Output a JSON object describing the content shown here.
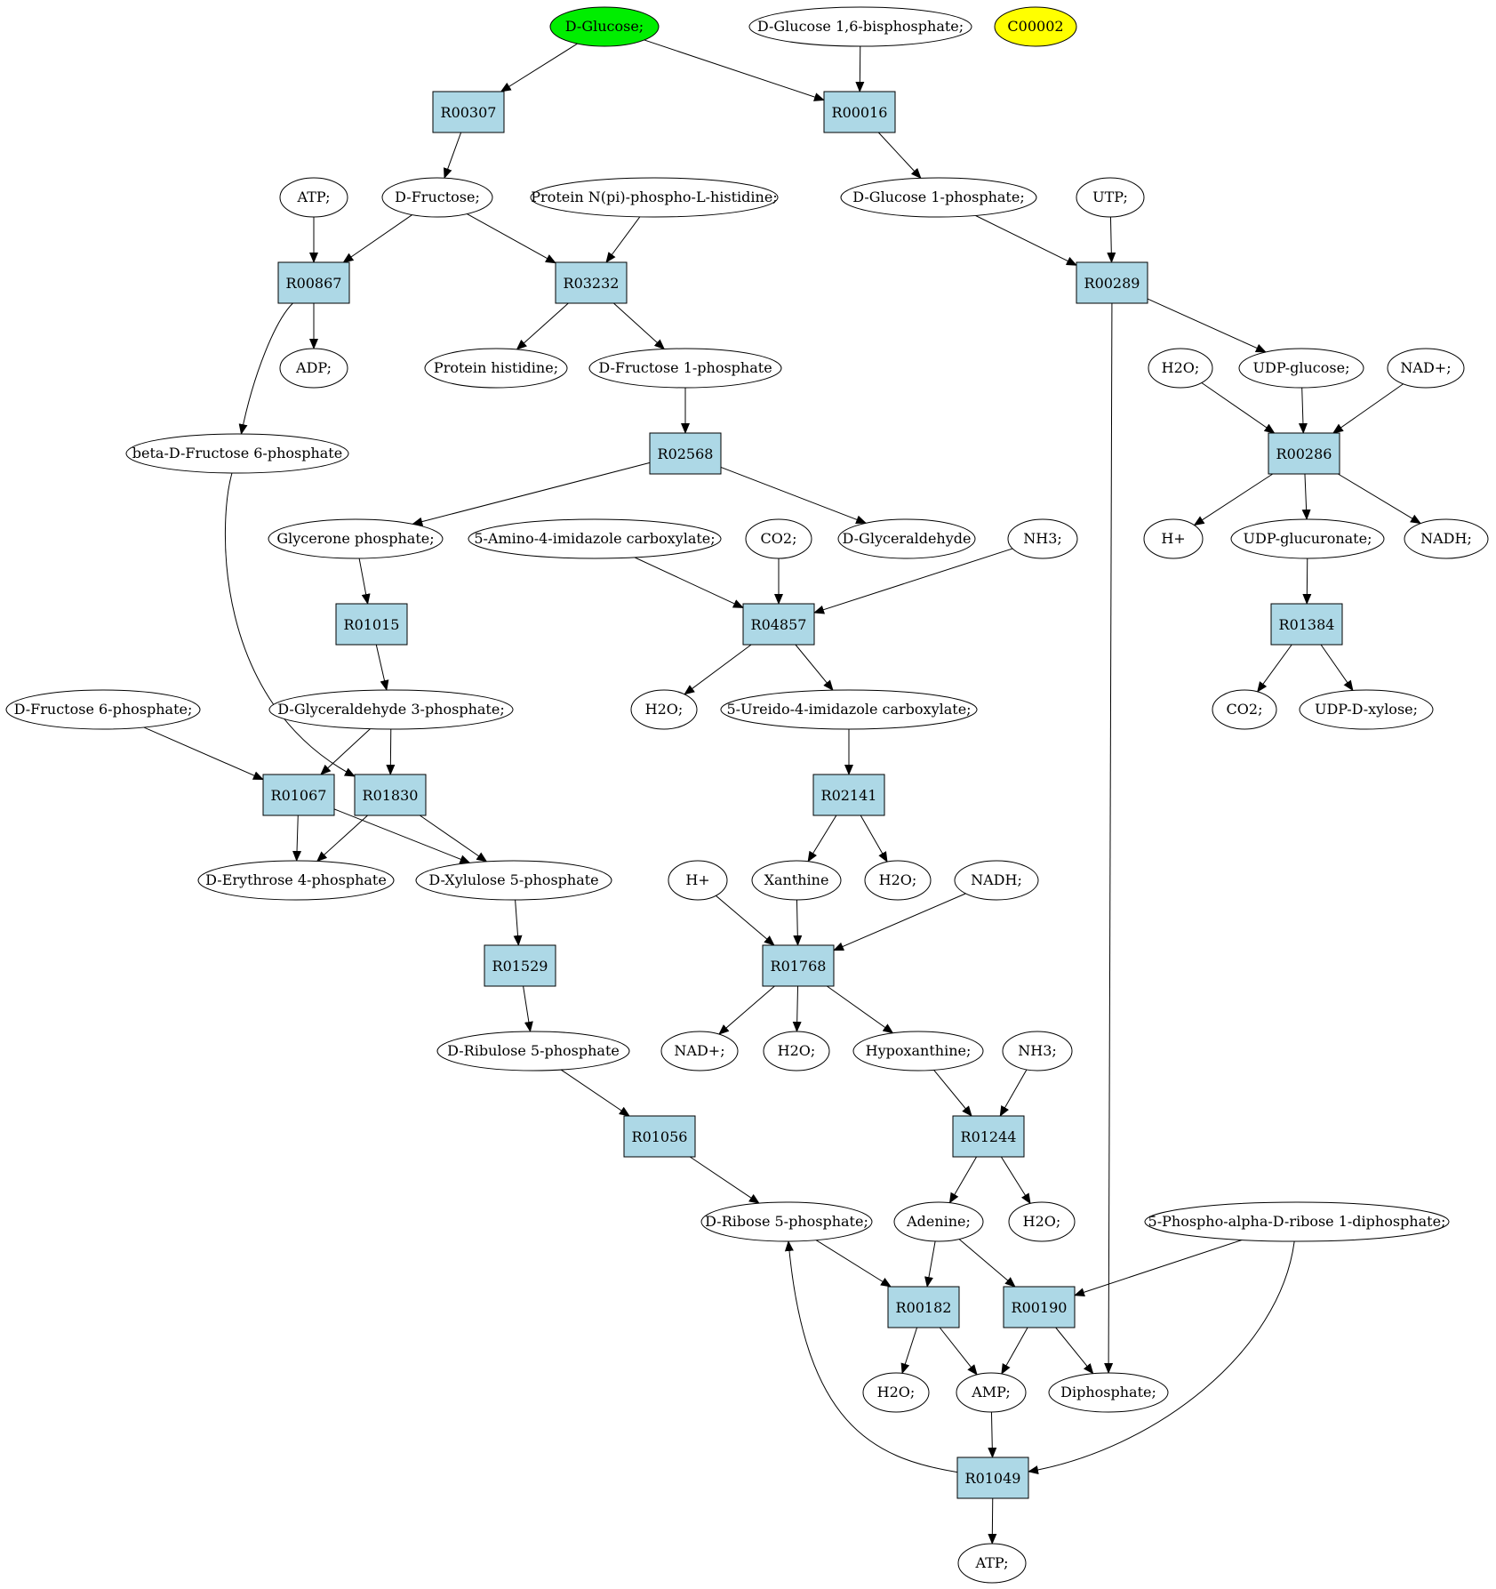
{
  "colors": {
    "reaction_fill": "#add8e6",
    "compound_fill": "#ffffff",
    "start_fill": "#00ee00",
    "target_fill": "#ffff00",
    "stroke": "#000000"
  },
  "compounds": {
    "glucose": {
      "label": "D-Glucose;",
      "role": "start"
    },
    "glc16bp": {
      "label": "D-Glucose 1,6-bisphosphate;"
    },
    "c00002": {
      "label": "C00002",
      "role": "target"
    },
    "atp1": {
      "label": "ATP;"
    },
    "fructose": {
      "label": "D-Fructose;"
    },
    "protnpi": {
      "label": "Protein N(pi)-phospho-L-histidine;"
    },
    "glc1p": {
      "label": "D-Glucose 1-phosphate;"
    },
    "utp": {
      "label": "UTP;"
    },
    "adp": {
      "label": "ADP;"
    },
    "prothis": {
      "label": "Protein histidine;"
    },
    "fru1p": {
      "label": "D-Fructose 1-phosphate"
    },
    "h2o_a": {
      "label": "H2O;"
    },
    "udpglc": {
      "label": "UDP-glucose;"
    },
    "nadplus_a": {
      "label": "NAD+;"
    },
    "betaf6p": {
      "label": "beta-D-Fructose 6-phosphate"
    },
    "glyceronep": {
      "label": "Glycerone phosphate;"
    },
    "aic": {
      "label": "5-Amino-4-imidazole carboxylate;"
    },
    "co2_a": {
      "label": "CO2;"
    },
    "glyceraldehyde": {
      "label": "D-Glyceraldehyde"
    },
    "nh3_a": {
      "label": "NH3;"
    },
    "hplus_a": {
      "label": "H+"
    },
    "udpglcur": {
      "label": "UDP-glucuronate;"
    },
    "nadh_a": {
      "label": "NADH;"
    },
    "f6p": {
      "label": "D-Fructose 6-phosphate;"
    },
    "g3p": {
      "label": "D-Glyceraldehyde 3-phosphate;"
    },
    "h2o_b": {
      "label": "H2O;"
    },
    "uic": {
      "label": "5-Ureido-4-imidazole carboxylate;"
    },
    "co2_b": {
      "label": "CO2;"
    },
    "udpxyl": {
      "label": "UDP-D-xylose;"
    },
    "e4p": {
      "label": "D-Erythrose 4-phosphate"
    },
    "xu5p": {
      "label": "D-Xylulose 5-phosphate"
    },
    "hplus_b": {
      "label": "H+"
    },
    "xanthine": {
      "label": "Xanthine"
    },
    "h2o_c": {
      "label": "H2O;"
    },
    "nadh_b": {
      "label": "NADH;"
    },
    "ru5p": {
      "label": "D-Ribulose 5-phosphate"
    },
    "nadplus_b": {
      "label": "NAD+;"
    },
    "h2o_d": {
      "label": "H2O;"
    },
    "hypoxanthine": {
      "label": "Hypoxanthine;"
    },
    "nh3_b": {
      "label": "NH3;"
    },
    "r5p": {
      "label": "D-Ribose 5-phosphate;"
    },
    "adenine": {
      "label": "Adenine;"
    },
    "h2o_e": {
      "label": "H2O;"
    },
    "prpp": {
      "label": "5-Phospho-alpha-D-ribose 1-diphosphate;"
    },
    "h2o_f": {
      "label": "H2O;"
    },
    "amp": {
      "label": "AMP;"
    },
    "diphosphate": {
      "label": "Diphosphate;"
    },
    "atp2": {
      "label": "ATP;"
    }
  },
  "reactions": {
    "r00307": {
      "label": "R00307"
    },
    "r00016": {
      "label": "R00016"
    },
    "r00867": {
      "label": "R00867"
    },
    "r03232": {
      "label": "R03232"
    },
    "r00289": {
      "label": "R00289"
    },
    "r02568": {
      "label": "R02568"
    },
    "r00286": {
      "label": "R00286"
    },
    "r01015": {
      "label": "R01015"
    },
    "r04857": {
      "label": "R04857"
    },
    "r01384": {
      "label": "R01384"
    },
    "r01067": {
      "label": "R01067"
    },
    "r01830": {
      "label": "R01830"
    },
    "r02141": {
      "label": "R02141"
    },
    "r01529": {
      "label": "R01529"
    },
    "r01768": {
      "label": "R01768"
    },
    "r01056": {
      "label": "R01056"
    },
    "r01244": {
      "label": "R01244"
    },
    "r00182": {
      "label": "R00182"
    },
    "r00190": {
      "label": "R00190"
    },
    "r01049": {
      "label": "R01049"
    }
  },
  "edges": [
    [
      "glucose",
      "r00307"
    ],
    [
      "glucose",
      "r00016"
    ],
    [
      "glc16bp",
      "r00016"
    ],
    [
      "r00307",
      "fructose"
    ],
    [
      "r00016",
      "glc1p"
    ],
    [
      "atp1",
      "r00867"
    ],
    [
      "fructose",
      "r00867"
    ],
    [
      "fructose",
      "r03232"
    ],
    [
      "protnpi",
      "r03232"
    ],
    [
      "glc1p",
      "r00289"
    ],
    [
      "utp",
      "r00289"
    ],
    [
      "r00867",
      "adp"
    ],
    [
      "r00867",
      "betaf6p"
    ],
    [
      "r03232",
      "prothis"
    ],
    [
      "r03232",
      "fru1p"
    ],
    [
      "r00289",
      "udpglc"
    ],
    [
      "r00289",
      "diphosphate"
    ],
    [
      "fru1p",
      "r02568"
    ],
    [
      "h2o_a",
      "r00286"
    ],
    [
      "udpglc",
      "r00286"
    ],
    [
      "nadplus_a",
      "r00286"
    ],
    [
      "r02568",
      "glyceronep"
    ],
    [
      "r02568",
      "glyceraldehyde"
    ],
    [
      "r00286",
      "hplus_a"
    ],
    [
      "r00286",
      "udpglcur"
    ],
    [
      "r00286",
      "nadh_a"
    ],
    [
      "glyceronep",
      "r01015"
    ],
    [
      "aic",
      "r04857"
    ],
    [
      "co2_a",
      "r04857"
    ],
    [
      "nh3_a",
      "r04857"
    ],
    [
      "udpglcur",
      "r01384"
    ],
    [
      "r01015",
      "g3p"
    ],
    [
      "r04857",
      "h2o_b"
    ],
    [
      "r04857",
      "uic"
    ],
    [
      "r01384",
      "co2_b"
    ],
    [
      "r01384",
      "udpxyl"
    ],
    [
      "f6p",
      "r01067"
    ],
    [
      "g3p",
      "r01067"
    ],
    [
      "g3p",
      "r01830"
    ],
    [
      "betaf6p",
      "r01830"
    ],
    [
      "uic",
      "r02141"
    ],
    [
      "r01067",
      "e4p"
    ],
    [
      "r01067",
      "xu5p"
    ],
    [
      "r01830",
      "e4p"
    ],
    [
      "r01830",
      "xu5p"
    ],
    [
      "r02141",
      "xanthine"
    ],
    [
      "r02141",
      "h2o_c"
    ],
    [
      "xu5p",
      "r01529"
    ],
    [
      "hplus_b",
      "r01768"
    ],
    [
      "xanthine",
      "r01768"
    ],
    [
      "nadh_b",
      "r01768"
    ],
    [
      "r01529",
      "ru5p"
    ],
    [
      "r01768",
      "nadplus_b"
    ],
    [
      "r01768",
      "h2o_d"
    ],
    [
      "r01768",
      "hypoxanthine"
    ],
    [
      "ru5p",
      "r01056"
    ],
    [
      "hypoxanthine",
      "r01244"
    ],
    [
      "nh3_b",
      "r01244"
    ],
    [
      "r01056",
      "r5p"
    ],
    [
      "r01244",
      "adenine"
    ],
    [
      "r01244",
      "h2o_e"
    ],
    [
      "r5p",
      "r00182"
    ],
    [
      "adenine",
      "r00182"
    ],
    [
      "adenine",
      "r00190"
    ],
    [
      "prpp",
      "r00190"
    ],
    [
      "r00182",
      "h2o_f"
    ],
    [
      "r00182",
      "amp"
    ],
    [
      "r00190",
      "amp"
    ],
    [
      "r00190",
      "diphosphate"
    ],
    [
      "amp",
      "r01049"
    ],
    [
      "prpp",
      "r01049"
    ],
    [
      "r01049",
      "r5p"
    ],
    [
      "r01049",
      "atp2"
    ]
  ]
}
